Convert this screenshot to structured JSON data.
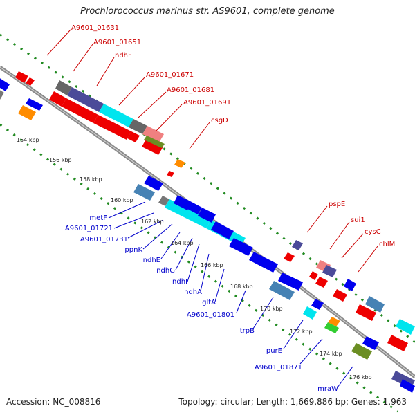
{
  "header": {
    "title": "Prochlorococcus marinus str. AS9601, complete genome"
  },
  "footer": {
    "accession": "Accession: NC_008816",
    "topology": "Topology: circular; Length: 1,669,886 bp; Genes: 1,963"
  },
  "colors": {
    "backbone": "#888888",
    "forward_label": "#cc0000",
    "reverse_label": "#0000cc",
    "ruler": "#228b22"
  },
  "ticks": [
    "154 kbp",
    "156 kbp",
    "158 kbp",
    "160 kbp",
    "162 kbp",
    "164 kbp",
    "166 kbp",
    "168 kbp",
    "170 kbp",
    "172 kbp",
    "174 kbp",
    "176 kbp"
  ],
  "top_labels": [
    "A9601_01631",
    "A9601_01651",
    "ndhF",
    "A9601_01671",
    "A9601_01681",
    "A9601_01691",
    "csgD",
    "pspE",
    "sui1",
    "cysC",
    "chlM"
  ],
  "bottom_labels": [
    "metF",
    "A9601_01721",
    "A9601_01731",
    "ppnK",
    "ndhE",
    "ndhG",
    "ndhI",
    "ndhA",
    "gltA",
    "A9601_01801",
    "trpB",
    "purE",
    "A9601_01871",
    "mraW"
  ]
}
